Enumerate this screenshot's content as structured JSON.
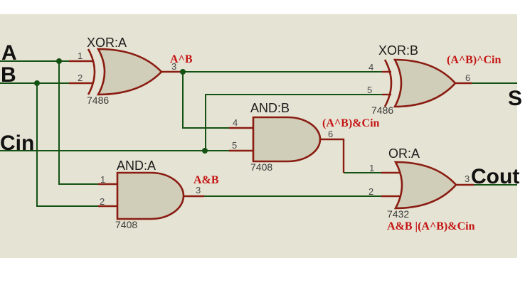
{
  "schematic": {
    "description": "Full adder logic schematic",
    "colors": {
      "canvas_background": "#e5e3d3",
      "margin_background": "#ffffff",
      "wire_green": "#145214",
      "wire_and_gate_outline_maroon": "#8a1c12",
      "gate_fill": "#d0ceb9",
      "expression_label_red": "#c41414",
      "text_black": "#111111",
      "pin_number_gray": "#4a4a4a"
    },
    "labels": {
      "input_a": "A",
      "input_b": "B",
      "input_cin": "Cin",
      "output_s": "S",
      "output_cout": "Cout"
    },
    "gates": {
      "xor_a": {
        "name": "XOR:A",
        "part": "7486",
        "pin1": "1",
        "pin2": "2",
        "pin_out": "3",
        "expr": "A^B"
      },
      "xor_b": {
        "name": "XOR:B",
        "part": "7486",
        "pin1": "4",
        "pin2": "5",
        "pin_out": "6",
        "expr": "(A^B)^Cin"
      },
      "and_a": {
        "name": "AND:A",
        "part": "7408",
        "pin1": "1",
        "pin2": "2",
        "pin_out": "3",
        "expr": "A&B"
      },
      "and_b": {
        "name": "AND:B",
        "part": "7408",
        "pin1": "4",
        "pin2": "5",
        "pin_out": "6",
        "expr": "(A^B)&Cin"
      },
      "or_a": {
        "name": "OR:A",
        "part": "7432",
        "pin1": "1",
        "pin2": "2",
        "pin_out": "3",
        "expr": "A&B |(A^B)&Cin"
      }
    }
  }
}
